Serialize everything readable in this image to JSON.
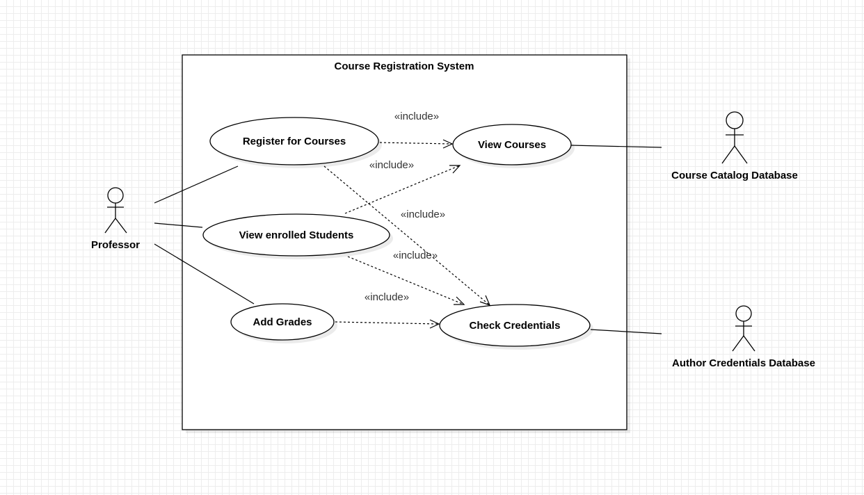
{
  "system": {
    "title": "Course Registration System"
  },
  "actors": {
    "professor": "Professor",
    "course_catalog": "Course Catalog Database",
    "author_credentials": "Author Credentials Database"
  },
  "use_cases": {
    "register": "Register for Courses",
    "view_courses": "View Courses",
    "view_enrolled": "View enrolled Students",
    "add_grades": "Add Grades",
    "check_credentials": "Check Credentials"
  },
  "relations": {
    "include_1": "«include»",
    "include_2": "«include»",
    "include_3": "«include»",
    "include_4": "«include»",
    "include_5": "«include»"
  }
}
